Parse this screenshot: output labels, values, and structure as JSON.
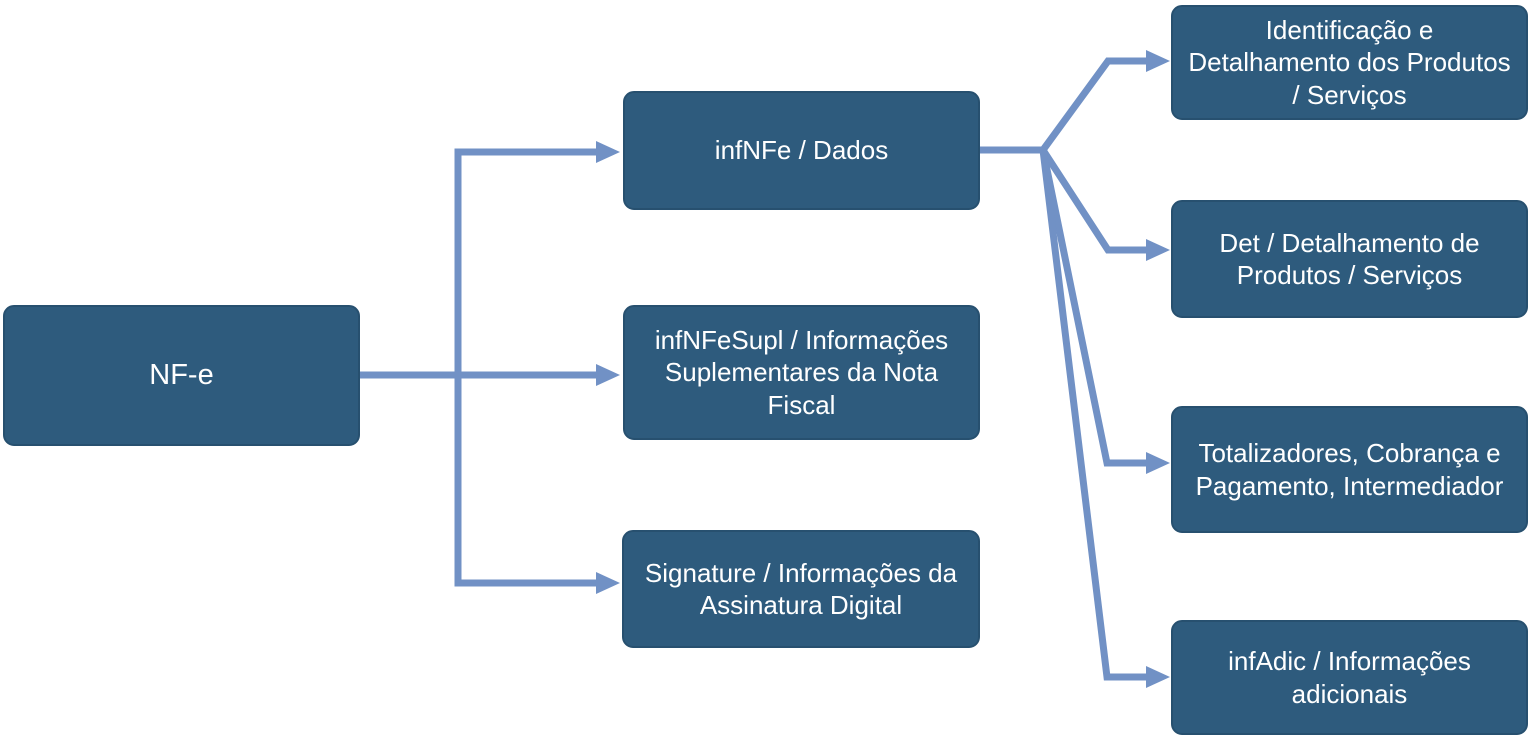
{
  "colors": {
    "background": "#FFFFFF",
    "node_fill": "#2E5B7D",
    "node_border": "#27506F",
    "connector": "#7191C5",
    "node_text": "#FFFFFF"
  },
  "nodes": {
    "root": {
      "id": "nfe",
      "label": "NF-e"
    },
    "level1": [
      {
        "id": "infnfe",
        "label": "infNFe / Dados"
      },
      {
        "id": "infnfesupl",
        "label": "infNFeSupl / Informações Suplementares da Nota Fiscal"
      },
      {
        "id": "signature",
        "label": "Signature / Informações da Assinatura Digital"
      }
    ],
    "level2": [
      {
        "id": "identificacao",
        "label": "Identificação e Detalhamento dos Produtos / Serviços"
      },
      {
        "id": "det",
        "label": "Det / Detalhamento de Produtos / Serviços"
      },
      {
        "id": "totalizadores",
        "label": "Totalizadores, Cobrança e Pagamento, Intermediador"
      },
      {
        "id": "infadic",
        "label": "infAdic / Informações adicionais"
      }
    ]
  },
  "edges": [
    {
      "from": "nfe",
      "to": "infnfe"
    },
    {
      "from": "nfe",
      "to": "infnfesupl"
    },
    {
      "from": "nfe",
      "to": "signature"
    },
    {
      "from": "infnfe",
      "to": "identificacao"
    },
    {
      "from": "infnfe",
      "to": "det"
    },
    {
      "from": "infnfe",
      "to": "totalizadores"
    },
    {
      "from": "infnfe",
      "to": "infadic"
    }
  ]
}
